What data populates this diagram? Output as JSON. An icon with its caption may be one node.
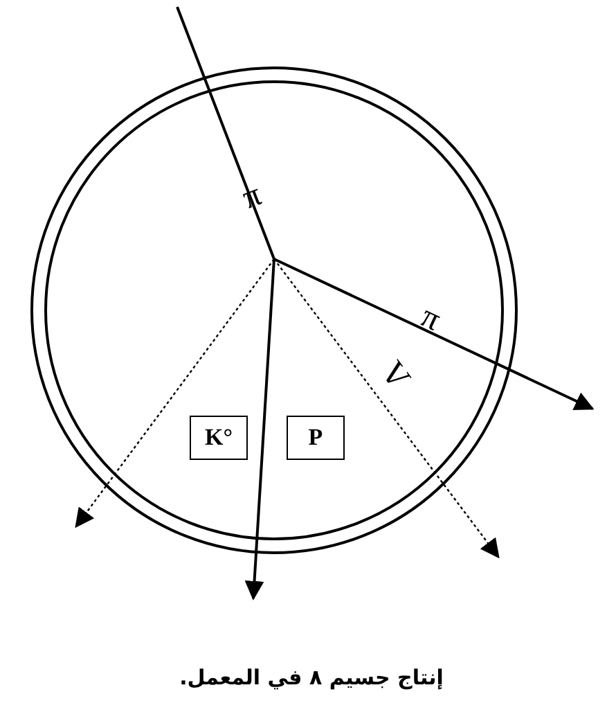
{
  "diagram": {
    "caption": "إنتاج جسيم ٨ في المعمل.",
    "nodes": [
      {
        "text": [
          "K°"
        ]
      },
      {
        "text": [
          "P"
        ]
      }
    ],
    "labels": [
      "π",
      "π",
      "Λ"
    ]
  }
}
